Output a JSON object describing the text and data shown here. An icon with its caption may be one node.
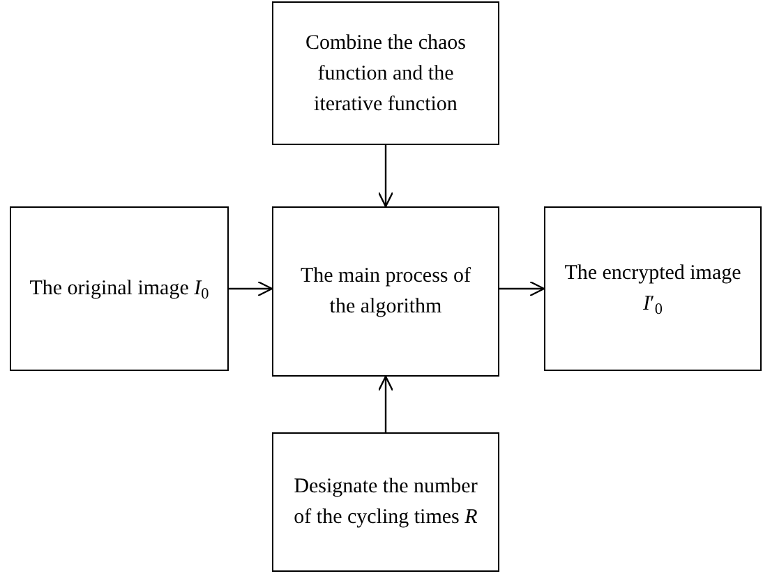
{
  "diagram": {
    "nodes": [
      {
        "text": [
          "Combine the chaos function and the iterative function"
        ]
      },
      {
        "text": [
          "The original image *I*$_{0}$"
        ]
      },
      {
        "text": [
          "The main process of the algorithm"
        ]
      },
      {
        "text": [
          "The encrypted image *I*′$_{0}$"
        ]
      },
      {
        "text": [
          "Designate the number of the cycling times *R*"
        ]
      }
    ],
    "edges": [
      {
        "from": 0,
        "to": 2,
        "arrow": "to"
      },
      {
        "from": 1,
        "to": 2,
        "arrow": "to"
      },
      {
        "from": 2,
        "to": 3,
        "arrow": "to"
      },
      {
        "from": 4,
        "to": 2,
        "arrow": "to"
      }
    ]
  }
}
